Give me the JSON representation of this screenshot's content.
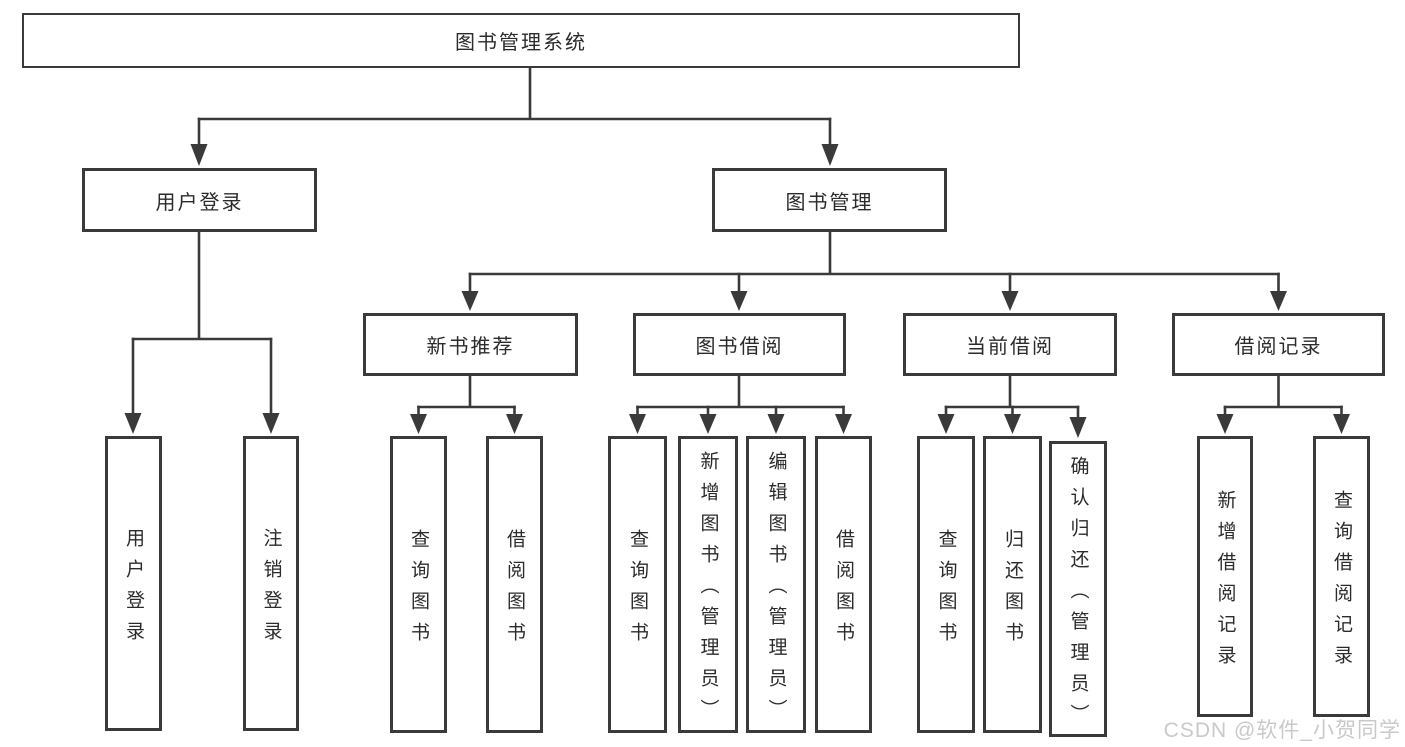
{
  "diagram": {
    "title": "图书管理系统",
    "root": {
      "label": "图书管理系统",
      "children": [
        {
          "label": "用户登录",
          "children": [
            {
              "label": "用户登录"
            },
            {
              "label": "注销登录"
            }
          ]
        },
        {
          "label": "图书管理",
          "children": [
            {
              "label": "新书推荐",
              "children": [
                {
                  "label": "查询图书"
                },
                {
                  "label": "借阅图书"
                }
              ]
            },
            {
              "label": "图书借阅",
              "children": [
                {
                  "label": "查询图书"
                },
                {
                  "label": "新增图书（管理员）"
                },
                {
                  "label": "编辑图书（管理员）"
                },
                {
                  "label": "借阅图书"
                }
              ]
            },
            {
              "label": "当前借阅",
              "children": [
                {
                  "label": "查询图书"
                },
                {
                  "label": "归还图书"
                },
                {
                  "label": "确认归还（管理员）"
                }
              ]
            },
            {
              "label": "借阅记录",
              "children": [
                {
                  "label": "新增借阅记录"
                },
                {
                  "label": "查询借阅记录"
                }
              ]
            }
          ]
        }
      ]
    }
  },
  "watermark": {
    "text": "CSDN @软件_小贺同学",
    "color": "#c9c9c9"
  },
  "colors": {
    "line": "#3a3a3a",
    "box_border": "#3a3a3a",
    "box_background": "#ffffff",
    "text": "#2b2b2b",
    "page_background": "#ffffff"
  }
}
